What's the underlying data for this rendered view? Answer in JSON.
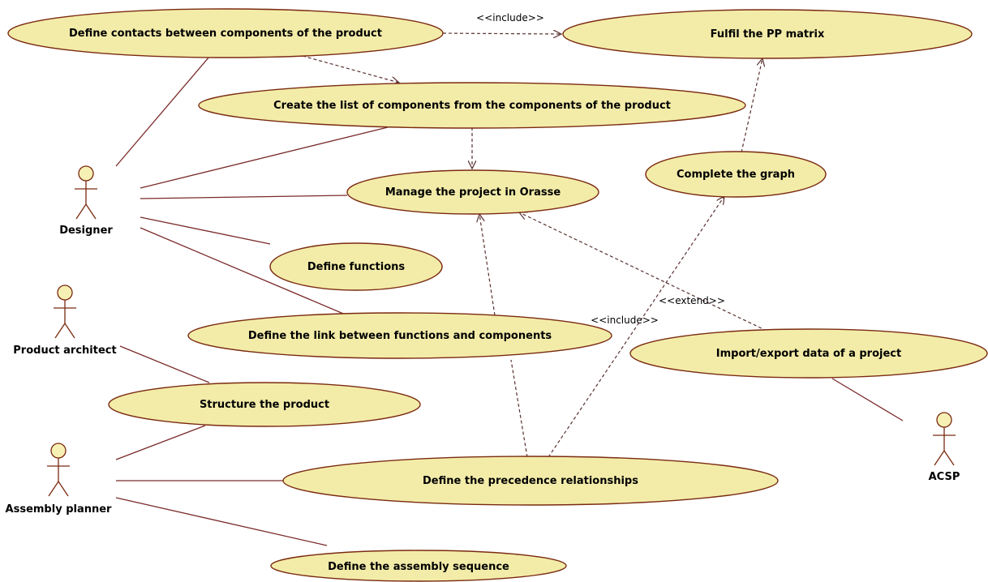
{
  "colors": {
    "usecase_fill": "#f3eca9",
    "usecase_stroke": "#7a2a10",
    "association_line": "#7a2a2a",
    "dependency_line": "#5a3030",
    "actor_fill": "#f7f0b4",
    "actor_stroke": "#7a2a10"
  },
  "actors": {
    "designer": "Designer",
    "product_architect": "Product architect",
    "assembly_planner": "Assembly planner",
    "acsp": "ACSP"
  },
  "use_cases": {
    "define_contacts": "Define contacts between components of the product",
    "fulfil_pp_matrix": "Fulfil the PP matrix",
    "create_list": "Create the list of components from the components of the product",
    "manage_project": "Manage the project in Orasse",
    "complete_graph": "Complete the graph",
    "define_functions": "Define functions",
    "define_link": "Define the link between functions and components",
    "import_export": "Import/export data of a project",
    "structure_product": "Structure the product",
    "define_precedence": "Define the precedence relationships",
    "define_assembly_sequence": "Define the assembly sequence"
  },
  "stereotypes": {
    "include_top": "<<include>>",
    "extend": "<<extend>>",
    "include_mid": "<<include>>"
  },
  "associations": [
    [
      "designer",
      "define_contacts"
    ],
    [
      "designer",
      "create_list"
    ],
    [
      "designer",
      "manage_project"
    ],
    [
      "designer",
      "define_functions"
    ],
    [
      "designer",
      "define_link"
    ],
    [
      "product_architect",
      "structure_product"
    ],
    [
      "assembly_planner",
      "structure_product"
    ],
    [
      "assembly_planner",
      "define_precedence"
    ],
    [
      "assembly_planner",
      "define_assembly_sequence"
    ],
    [
      "acsp",
      "import_export"
    ]
  ],
  "dependencies": [
    [
      "define_contacts",
      "fulfil_pp_matrix",
      "include"
    ],
    [
      "define_contacts",
      "create_list",
      ""
    ],
    [
      "create_list",
      "manage_project",
      ""
    ],
    [
      "complete_graph",
      "fulfil_pp_matrix",
      ""
    ],
    [
      "define_link",
      "manage_project",
      ""
    ],
    [
      "define_precedence",
      "manage_project",
      ""
    ],
    [
      "define_precedence",
      "complete_graph",
      "include"
    ],
    [
      "import_export",
      "manage_project",
      "extend"
    ]
  ]
}
